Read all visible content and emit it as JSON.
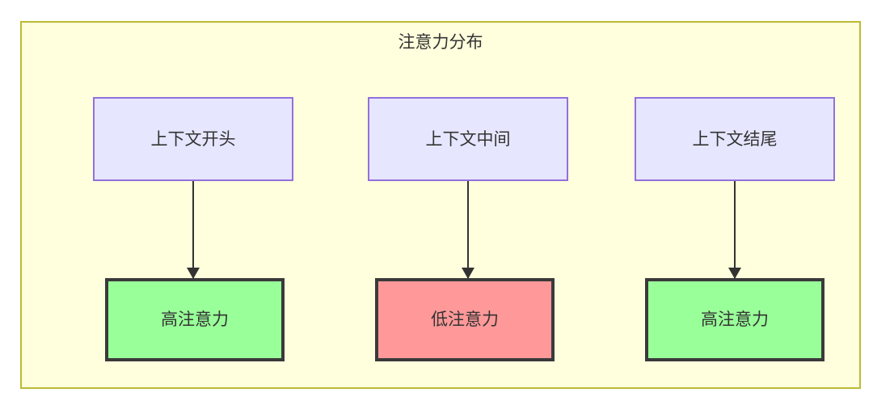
{
  "diagram": {
    "title": "注意力分布",
    "background_color": "#ffffff",
    "container": {
      "fill": "#ffffdd",
      "border_color": "#bbbb33"
    },
    "palette": {
      "context_fill": "#e6e6ff",
      "context_border": "#9370db",
      "high_fill": "#99ff99",
      "low_fill": "#ff9999",
      "emphasis_border": "#3a3a3a",
      "text": "#333333",
      "arrow": "#333333"
    },
    "nodes": {
      "context": [
        {
          "label": "上下文开头"
        },
        {
          "label": "上下文中间"
        },
        {
          "label": "上下文结尾"
        }
      ],
      "attention": [
        {
          "label": "高注意力",
          "level": "high"
        },
        {
          "label": "低注意力",
          "level": "low"
        },
        {
          "label": "高注意力",
          "level": "high"
        }
      ]
    },
    "edges": [
      {
        "from": "上下文开头",
        "to": "高注意力"
      },
      {
        "from": "上下文中间",
        "to": "低注意力"
      },
      {
        "from": "上下文结尾",
        "to": "高注意力"
      }
    ]
  }
}
